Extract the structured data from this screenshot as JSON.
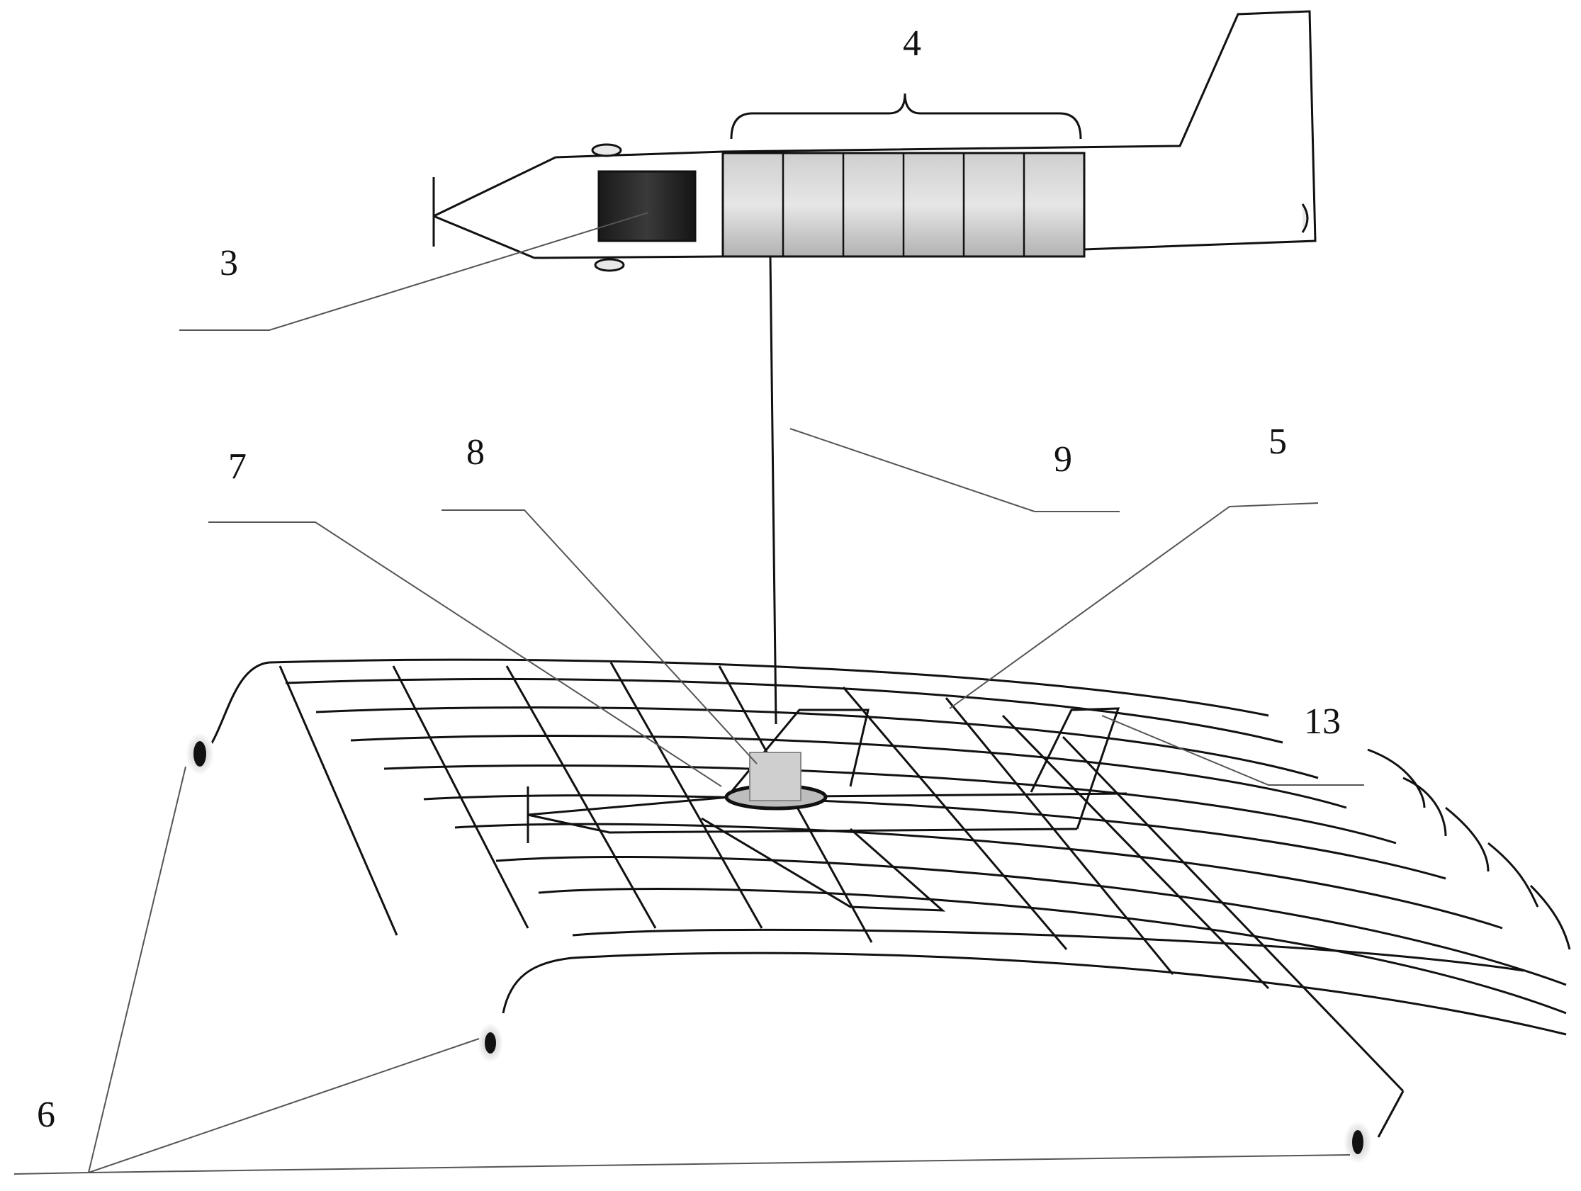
{
  "labels": {
    "l3": "3",
    "l4": "4",
    "l5": "5",
    "l6": "6",
    "l7": "7",
    "l8": "8",
    "l9": "9",
    "l13": "13"
  },
  "colors": {
    "ink": "#111111",
    "leader": "#555555",
    "cargo_light": "#d6d6d6",
    "cargo_dark": "#b4b4b4",
    "dark_block": "#2a2a2a",
    "hub": "#c8c8c8"
  },
  "icons": [
    "aircraft-icon",
    "anchor-weight-icon",
    "capture-net-icon"
  ]
}
